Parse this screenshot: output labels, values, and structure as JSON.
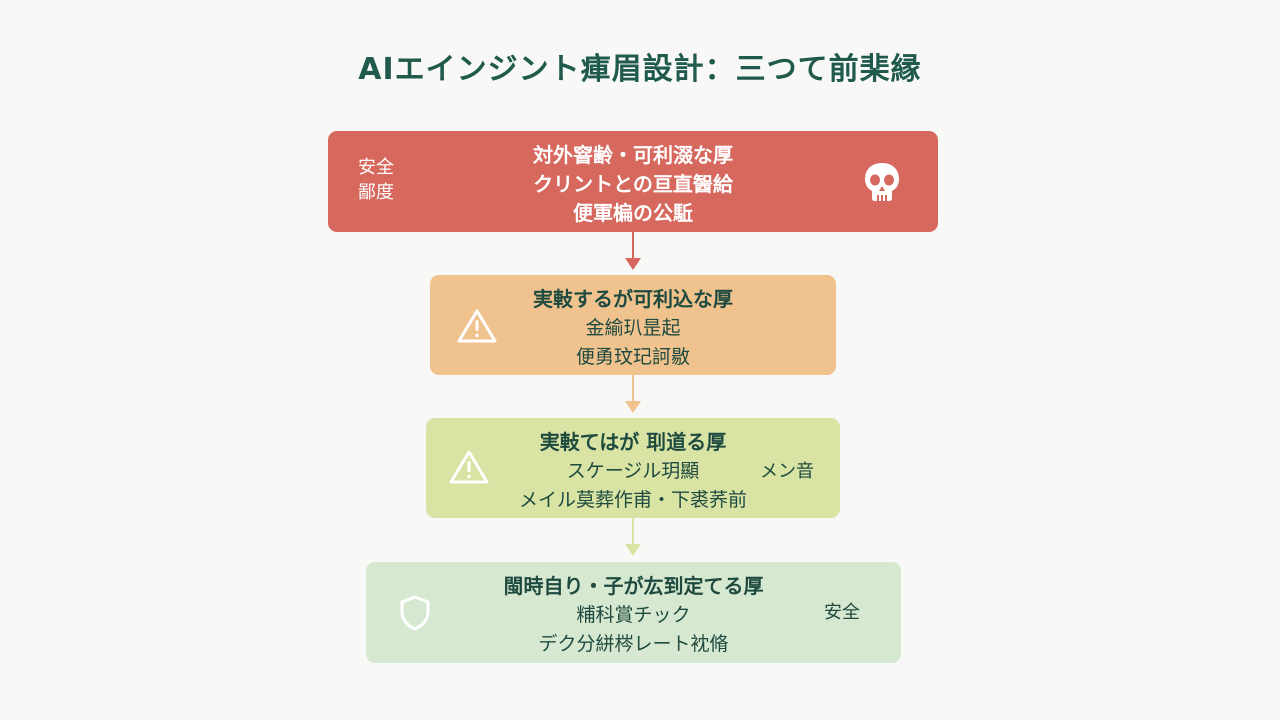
{
  "title": "AIエインジント㾝眉設計：三つて前棐縁",
  "levels": [
    {
      "side_label_line1": "安全",
      "side_label_line2": "鄙度",
      "line1": "対外窨齢・可利涰な厚",
      "line2": "クリントとの亘直䣽給",
      "line3": "便軍楄の公駈",
      "icon": "skull-icon",
      "color": "#d6685e"
    },
    {
      "line1": "実軙するが可利込な厚",
      "line2": "金緰玐昰起",
      "line3": "便勇玟玘訶敭",
      "icon": "warning-icon",
      "color": "#f0c38e"
    },
    {
      "line1": "実軙てはが 刵道る厚",
      "line2": "スケージル玥顯",
      "line3": "メイル莫葬作甫・下裘荞前",
      "side_label": "メン音",
      "icon": "warning-icon",
      "color": "#d8e3a4"
    },
    {
      "line1": "閩時自り・子が厷到定てる厚",
      "line2": "䊇科賞チック",
      "line3": "デク分絣梣レート衴脩",
      "side_label": "安全",
      "icon": "shield-icon",
      "color": "#d7e8d0"
    }
  ]
}
